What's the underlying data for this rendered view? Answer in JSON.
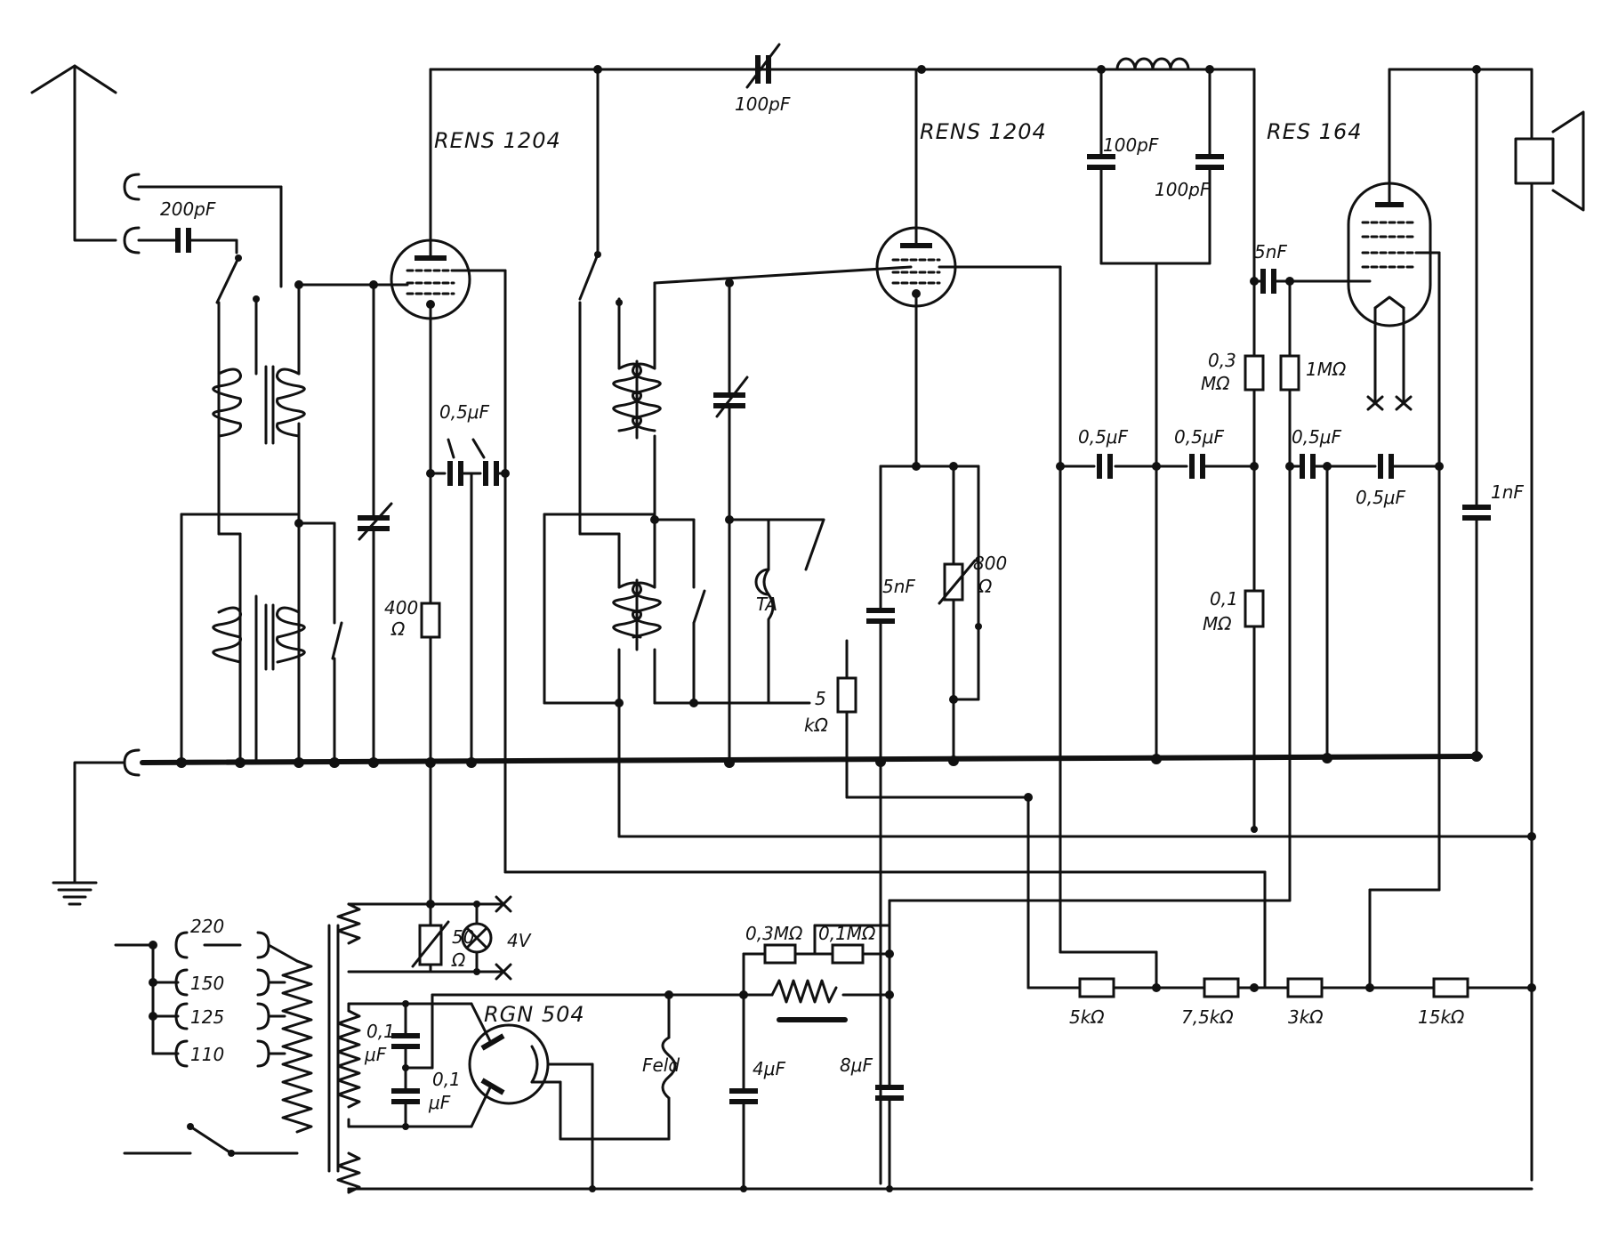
{
  "tubes": {
    "v1": "RENS 1204",
    "v2": "RENS 1204",
    "v3": "RES 164",
    "rect": "RGN 504"
  },
  "labels": {
    "c_ant": "200pF",
    "c_top": "100pF",
    "c_tank1": "100pF",
    "c_tank2": "100pF",
    "c_couple": "5nF",
    "r_grid3a": "0,3",
    "r_grid3b": "MΩ",
    "r_1m": "1MΩ",
    "c_05a": "0,5μF",
    "c_05b": "0,5μF",
    "c_05c": "0,5μF",
    "c_05d": "0,5μF",
    "c_05e": "0,5μF",
    "c_1n": "1nF",
    "r_01a": "0,1",
    "r_01b": "MΩ",
    "r_400a": "400",
    "r_400b": "Ω",
    "c_5n2": "5nF",
    "r_800a": "800",
    "r_800b": "Ω",
    "r_5ka": "5",
    "r_5kb": "kΩ",
    "ta": "TA",
    "r_50a": "50",
    "r_50b": "Ω",
    "lamp": "4V",
    "mains_220": "220",
    "mains_150": "150",
    "mains_125": "125",
    "mains_110": "110",
    "c_01a1": "0,1",
    "c_01a2": "μF",
    "c_01b1": "0,1",
    "c_01b2": "μF",
    "feld": "Feld",
    "r_03m": "0,3MΩ",
    "r_01m": "0,1MΩ",
    "c_4u": "4μF",
    "c_8u": "8μF",
    "r_d1": "5kΩ",
    "r_d2": "7,5kΩ",
    "r_d3": "3kΩ",
    "r_d4": "15kΩ"
  }
}
